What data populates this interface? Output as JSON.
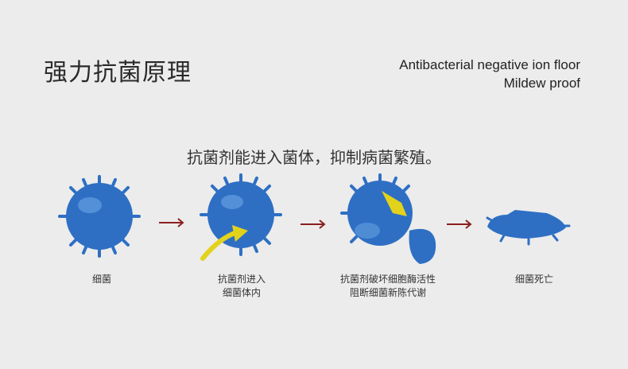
{
  "title": "强力抗菌原理",
  "subtitle": {
    "line1": "Antibacterial negative ion floor",
    "line2": "Mildew proof"
  },
  "description": "抗菌剂能进入菌体，抑制病菌繁殖。",
  "stages": [
    {
      "label_line1": "细菌",
      "label_line2": ""
    },
    {
      "label_line1": "抗菌剂进入",
      "label_line2": "细菌体内"
    },
    {
      "label_line1": "抗菌剂破坏细胞酶活性",
      "label_line2": "阻断细菌新陈代谢"
    },
    {
      "label_line1": "细菌死亡",
      "label_line2": ""
    }
  ],
  "colors": {
    "bacteria": "#2e6fc4",
    "bacteria_highlight": "#5d98dc",
    "arrow": "#8b1f1f",
    "agent": "#e2d21c"
  }
}
